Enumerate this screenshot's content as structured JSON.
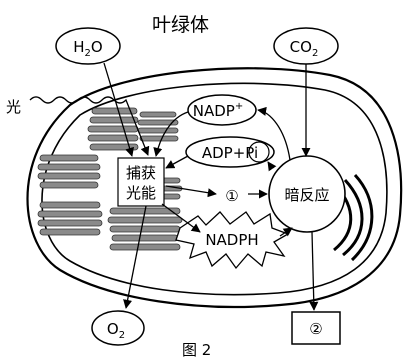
{
  "title": "叶绿体",
  "light": "光",
  "h2o": {
    "main": "H",
    "sub": "2",
    "tail": "O"
  },
  "co2": {
    "main": "CO",
    "sub": "2"
  },
  "o2": {
    "main": "O",
    "sub": "2"
  },
  "nadp_plus": {
    "main": "NADP",
    "sup": "+"
  },
  "adp_pi": "ADP+Pi",
  "capture_line1": "捕获",
  "capture_line2": "光能",
  "marker1": "①",
  "dark_reaction": "暗反应",
  "nadph": "NADPH",
  "marker2": "②",
  "figure_label": "图 2"
}
